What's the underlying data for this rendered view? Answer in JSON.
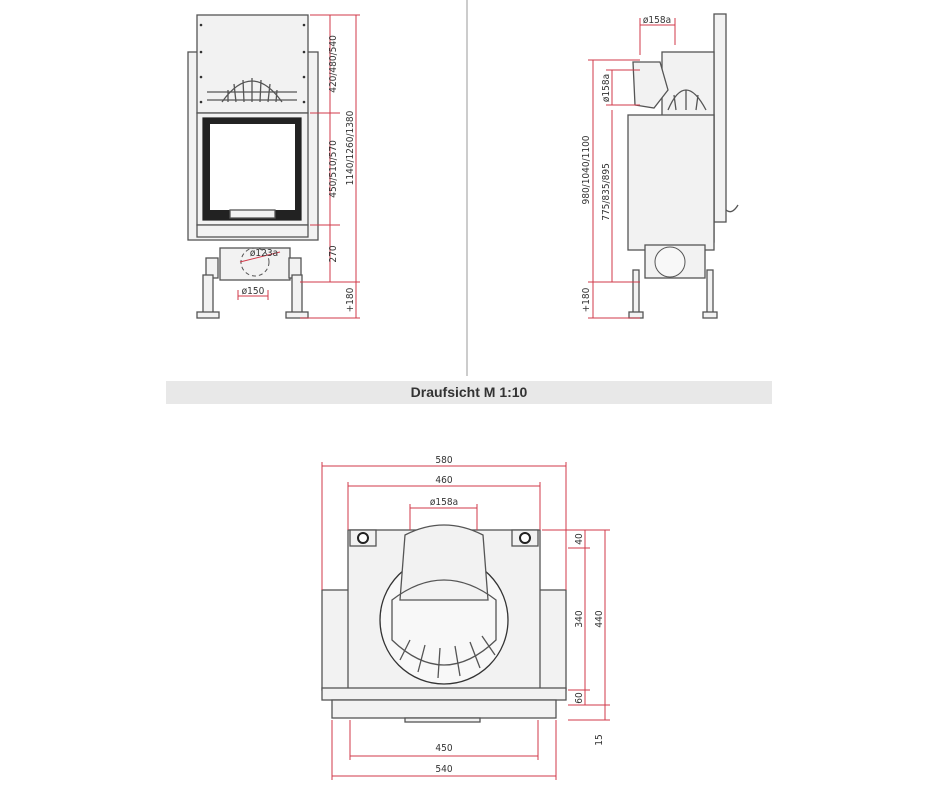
{
  "front_view": {
    "dims": {
      "upper": "420/480/540",
      "middle": "450/510/570",
      "lower": "270",
      "total": "1140/1260/1380",
      "legs": "+180",
      "flue_bottom": "ø150",
      "flue_bottom_alt": "ø123a"
    }
  },
  "side_view": {
    "dims": {
      "flue_top": "ø158a",
      "flue_side": "ø158a",
      "total": "980/1040/1100",
      "body": "775/835/895",
      "legs": "+180"
    }
  },
  "section_title": "Draufsicht M 1:10",
  "top_view": {
    "dims": {
      "outer_width": "580",
      "inner_width": "460",
      "flue": "ø158a",
      "d40": "40",
      "d340": "340",
      "d440": "440",
      "d60": "60",
      "d15": "15",
      "base_inner": "450",
      "base_outer": "540"
    }
  },
  "colors": {
    "dimension": "#d03a4a",
    "outline": "#555555",
    "banner": "#e8e8e8"
  }
}
